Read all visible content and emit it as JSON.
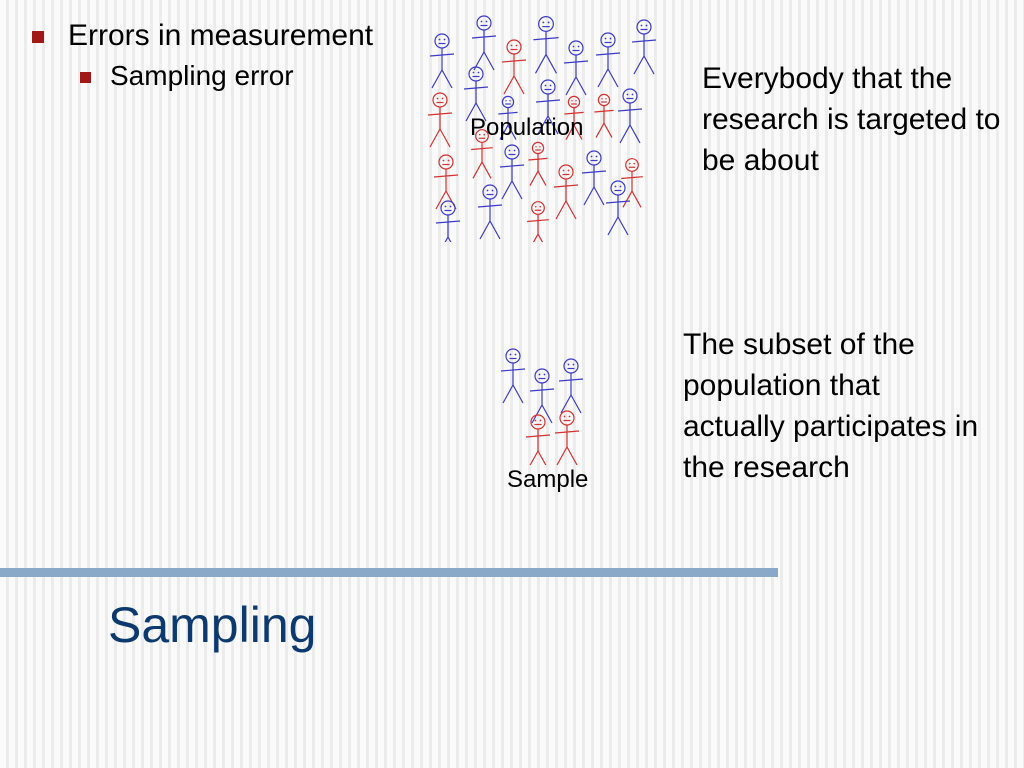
{
  "bullets": {
    "level1": "Errors in measurement",
    "level2": "Sampling error"
  },
  "population": {
    "label": "Population",
    "description": "Everybody that the research is targeted to be about"
  },
  "sample": {
    "label": "Sample",
    "description": "The subset of the population that actually participates in the research"
  },
  "slide_title": "Sampling",
  "colors": {
    "bullet": "#a01818",
    "title": "#0d3a6e",
    "divider": "#8aa8c8",
    "figure_blue": "#3b3bc8",
    "figure_red": "#d63030"
  },
  "icons": {
    "figure_icon": "stick-figure-icon"
  }
}
